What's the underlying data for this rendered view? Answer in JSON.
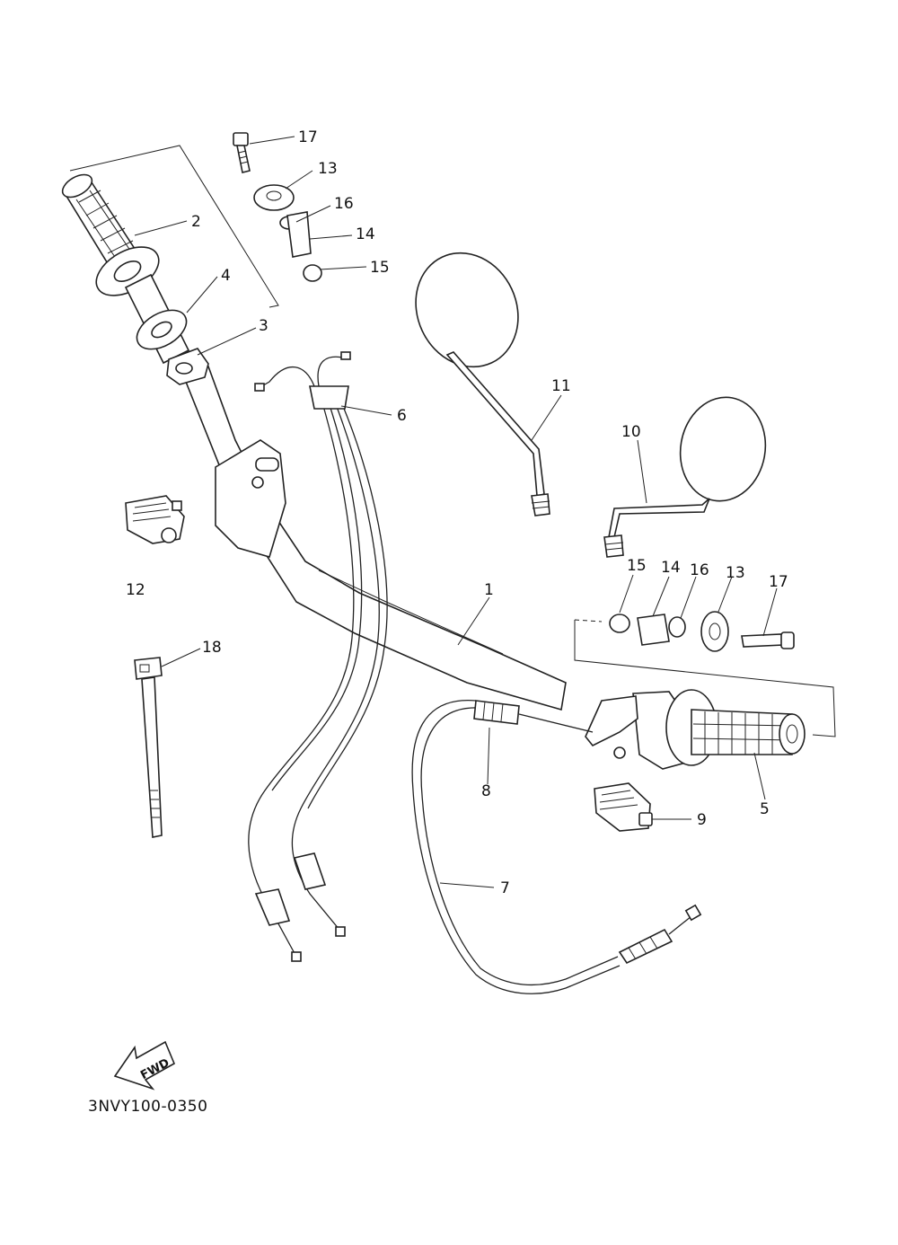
{
  "diagram": {
    "drawing_code": "3NVY100-0350",
    "fwd_label": "FWD",
    "callouts": [
      "1",
      "2",
      "3",
      "4",
      "5",
      "6",
      "7",
      "8",
      "9",
      "10",
      "11",
      "12",
      "13",
      "14",
      "15",
      "16",
      "17",
      "13",
      "14",
      "15",
      "16",
      "17",
      "18"
    ]
  }
}
